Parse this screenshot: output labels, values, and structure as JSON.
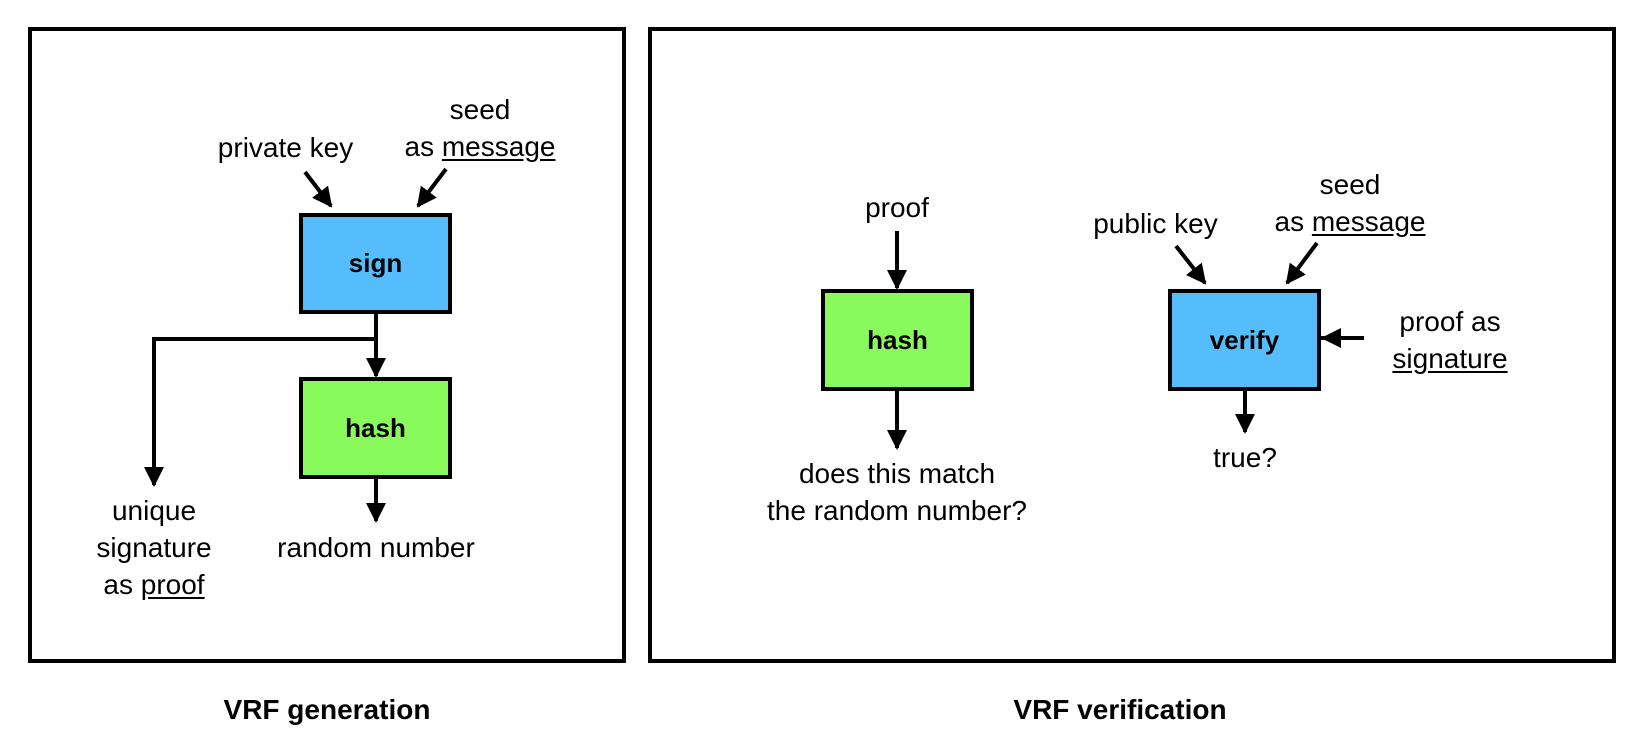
{
  "colors": {
    "sign_box": "#55bdfb",
    "verify_box": "#55bdfb",
    "hash_box": "#88fa5b",
    "line": "#000000"
  },
  "generation": {
    "caption": "VRF generation",
    "sign_label": "sign",
    "hash_label": "hash",
    "private_key": "private key",
    "seed_line1": "seed",
    "seed_as": "as",
    "seed_message": "message",
    "proof_line1": "unique",
    "proof_line2": "signature",
    "proof_as": "as",
    "proof_word": "proof",
    "random_number": "random number"
  },
  "verification": {
    "caption": "VRF verification",
    "hash_label": "hash",
    "verify_label": "verify",
    "proof_input": "proof",
    "match_line1": "does this match",
    "match_line2": "the random number?",
    "public_key": "public key",
    "seed_line1": "seed",
    "seed_as": "as",
    "seed_message": "message",
    "proof_as_label": "proof as",
    "signature_word": "signature",
    "true_label": "true?"
  }
}
